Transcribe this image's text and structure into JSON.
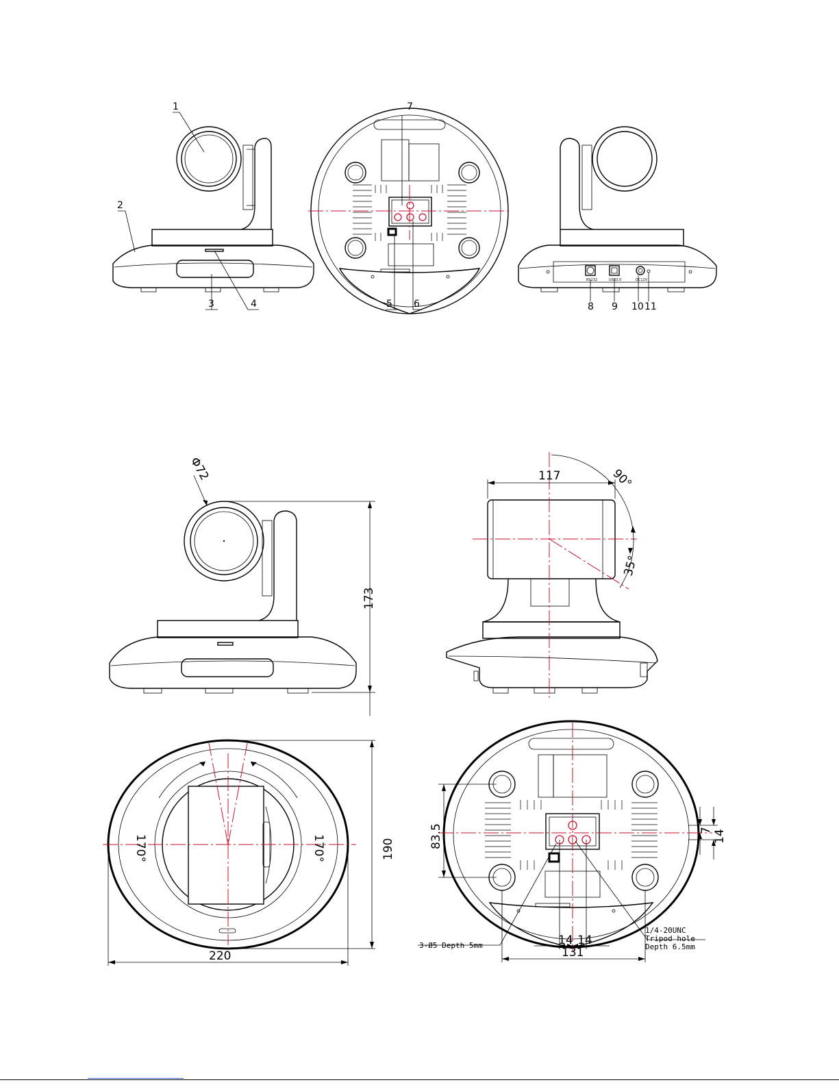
{
  "callouts": [
    "1",
    "2",
    "3",
    "4",
    "5",
    "6",
    "7",
    "8",
    "9",
    "10",
    "11"
  ],
  "dimensions": {
    "lens_diameter": "Φ72",
    "height": "173",
    "width_top": "117",
    "tilt_up": "90°",
    "tilt_down": "35°",
    "pan_left": "170°",
    "pan_right": "170°",
    "depth": "190",
    "base_width": "220",
    "mount_height": "83.5",
    "hole_offset_small": "7",
    "hole_offset_14": "14",
    "hole_spacing_a": "14",
    "hole_spacing_b": "14",
    "mount_width": "131"
  },
  "notes": {
    "screw_holes": "3-Ø5 Depth 5mm",
    "tripod_line1": "1/4-20UNC",
    "tripod_line2": "Tripod hole",
    "tripod_line3": "Depth 6.5mm"
  },
  "port_marks": {
    "rs232": "RS232",
    "usb": "USB3.0",
    "power": "DC12V"
  },
  "colors": {
    "centerline": "#c8102e",
    "line": "#000000",
    "footer_link": "#2f5cd6"
  }
}
